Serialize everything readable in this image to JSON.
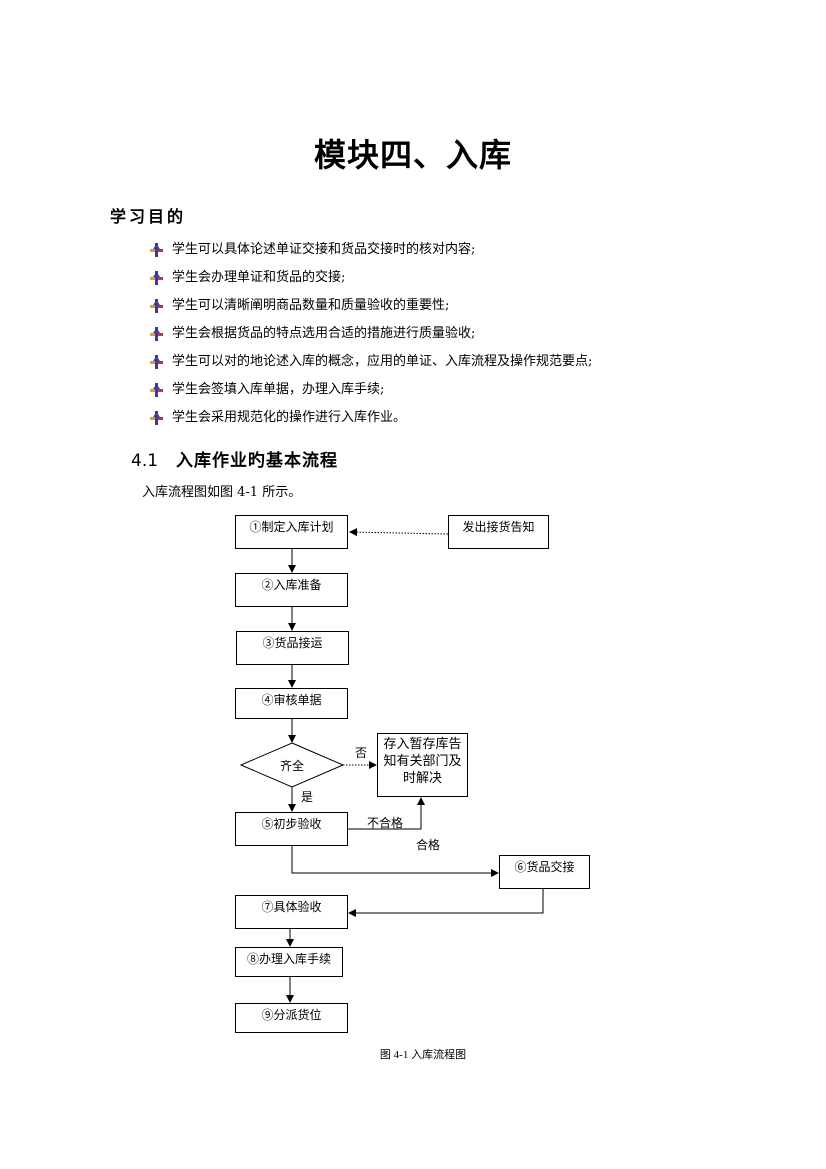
{
  "title": "模块四、入库",
  "objectives_heading": "学习目的",
  "objectives": [
    "学生可以具体论述单证交接和货品交接时的核对内容;",
    "学生会办理单证和货品的交接;",
    "学生可以清晰阐明商品数量和质量验收的重要性;",
    "学生会根据货品的特点选用合适的措施进行质量验收;",
    "学生可以对的地论述入库的概念，应用的单证、入库流程及操作规范要点;",
    "学生会签填入库单据，办理入库手续;",
    "学生会采用规范化的操作进行入库作业。"
  ],
  "section": {
    "number": "4.1",
    "title": "入库作业旳基本流程"
  },
  "intro": "入库流程图如图 4-1 所示。",
  "flowchart": {
    "nodes": {
      "n1": "①制定入库计划",
      "notice": "发出接货告知",
      "n2": "②入库准备",
      "n3": "③货品接运",
      "n4": "④审核单据",
      "check": "齐全",
      "temp": "存入暂存库告知有关部门及时解决",
      "n5": "⑤初步验收",
      "n6": "⑥货品交接",
      "n7": "⑦具体验收",
      "n8": "⑧办理入库手续",
      "n9": "⑨分派货位"
    },
    "edge_labels": {
      "no": "否",
      "yes": "是",
      "fail": "不合格",
      "pass": "合格"
    }
  },
  "caption": "图 4-1  入库流程图"
}
